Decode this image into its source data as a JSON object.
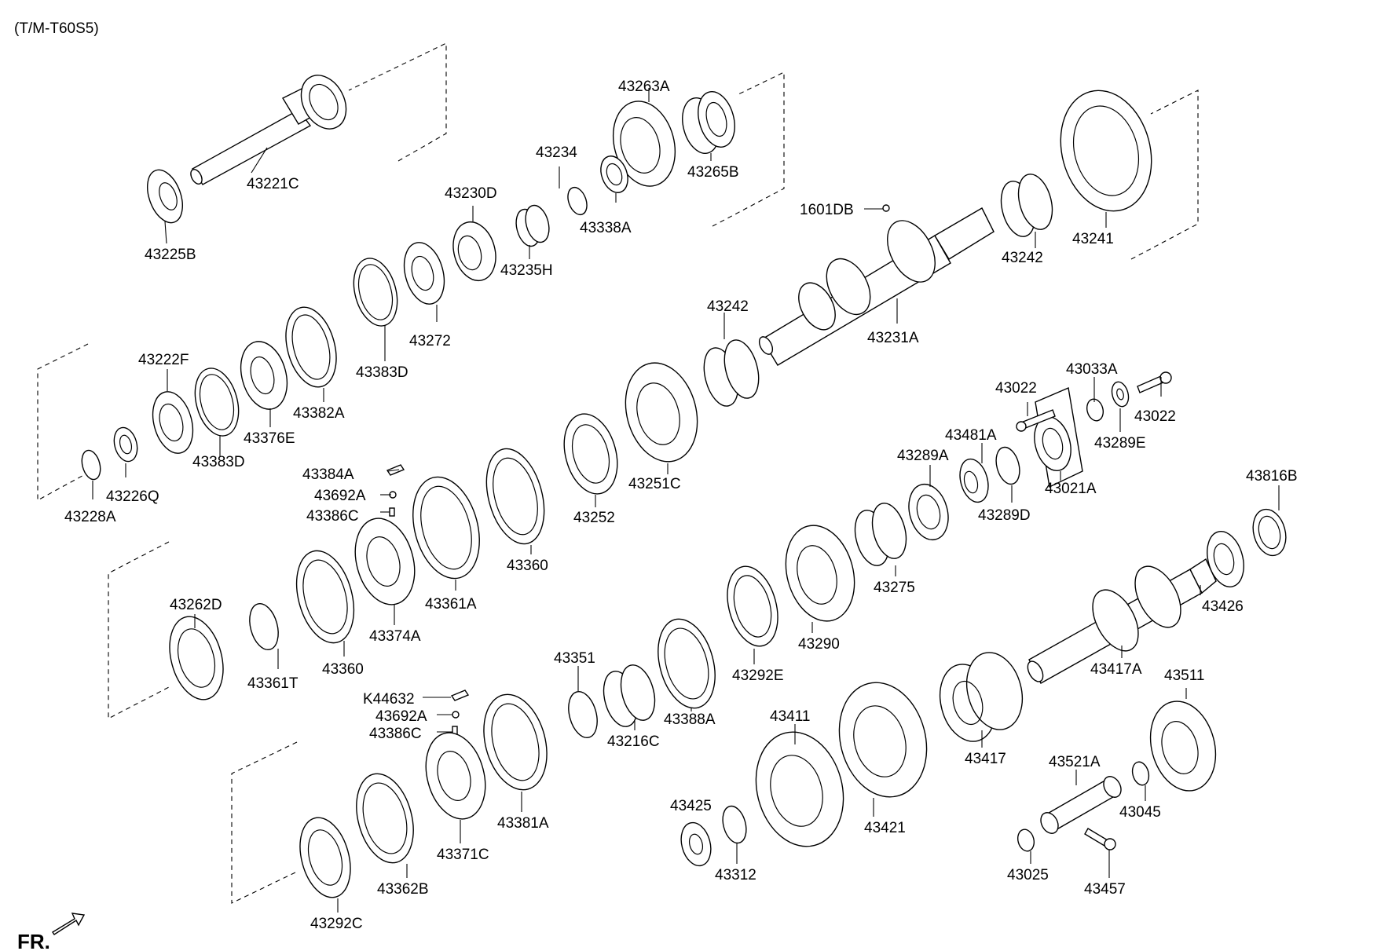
{
  "title": "(T/M-T60S5)",
  "direction_label": "FR.",
  "colors": {
    "line": "#000000",
    "background": "#ffffff"
  },
  "parts": [
    "43221C",
    "43225B",
    "43234",
    "43263A",
    "43265B",
    "43338A",
    "43230D",
    "43235H",
    "43272",
    "43383D",
    "43382A",
    "43376E",
    "43383D",
    "43222F",
    "43226Q",
    "43228A",
    "1601DB",
    "43242",
    "43241",
    "43231A",
    "43242",
    "43022",
    "43033A",
    "43022",
    "43289E",
    "43481A",
    "43021A",
    "43289A",
    "43289D",
    "43251C",
    "43252",
    "43360",
    "43384A",
    "43692A",
    "43386C",
    "43361A",
    "43374A",
    "43262D",
    "43361T",
    "43360",
    "43816B",
    "43275",
    "43426",
    "43290",
    "43292E",
    "43417A",
    "43351",
    "43216C",
    "43388A",
    "K44632",
    "43692A",
    "43386C",
    "43411",
    "43417",
    "43511",
    "43521A",
    "43045",
    "43381A",
    "43371C",
    "43425",
    "43312",
    "43421",
    "43025",
    "43457",
    "43362B",
    "43292C"
  ]
}
